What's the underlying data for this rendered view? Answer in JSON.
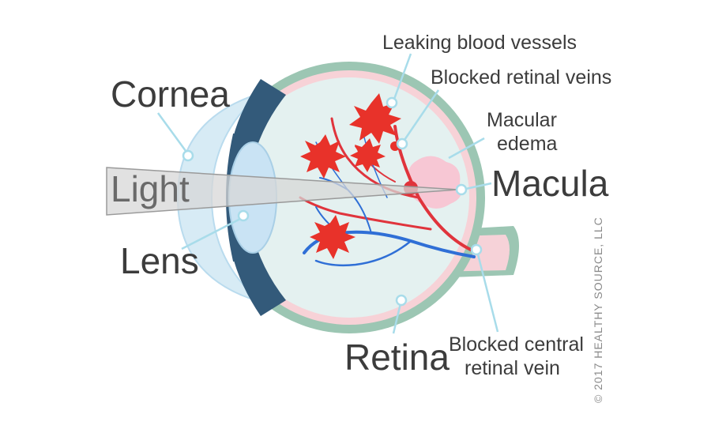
{
  "labels": {
    "cornea": "Cornea",
    "light": "Light",
    "lens": "Lens",
    "retina": "Retina",
    "leaking": "Leaking blood vessels",
    "blocked_veins": "Blocked retinal veins",
    "macular_1": "Macular",
    "macular_2": "edema",
    "macula": "Macula",
    "central_1": "Blocked central",
    "central_2": "retinal vein"
  },
  "copyright": "© 2017 HEALTHY SOURCE, LLC",
  "colors": {
    "sclera": "#9cc6b3",
    "choroid": "#f7d2d7",
    "vitreous": "#e4f1f0",
    "muscle": "#335a7a",
    "cornea": "#d7ebf5",
    "artery": "#e0343c",
    "vein": "#2f6fd6",
    "hemorrhage": "#e8322a",
    "edema": "#f7c7d4",
    "leader": "#a8dcea"
  }
}
